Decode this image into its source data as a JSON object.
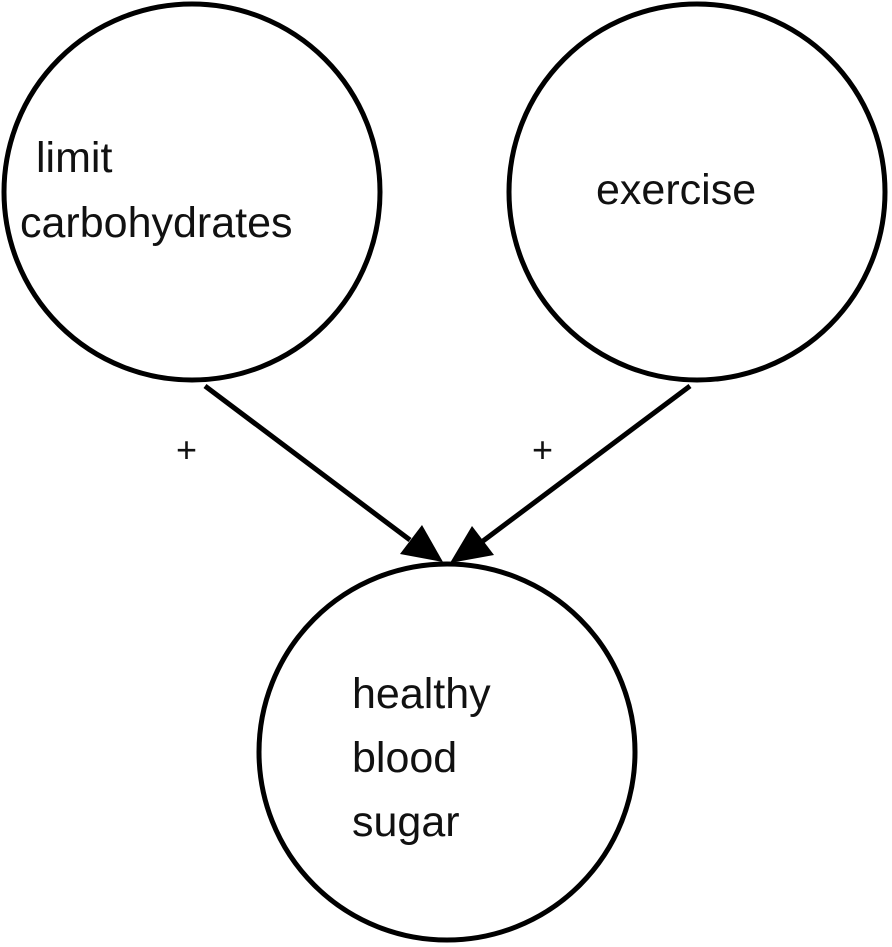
{
  "nodes": {
    "limit_carbohydrates": {
      "lines": [
        "limit",
        "carbohydrates"
      ]
    },
    "exercise": {
      "lines": [
        "exercise"
      ]
    },
    "healthy_blood_sugar": {
      "lines": [
        "healthy",
        "blood",
        "sugar"
      ]
    }
  },
  "edges": [
    {
      "from": "limit carbohydrates",
      "to": "healthy blood sugar",
      "label": "+"
    },
    {
      "from": "exercise",
      "to": "healthy blood sugar",
      "label": "+"
    }
  ]
}
